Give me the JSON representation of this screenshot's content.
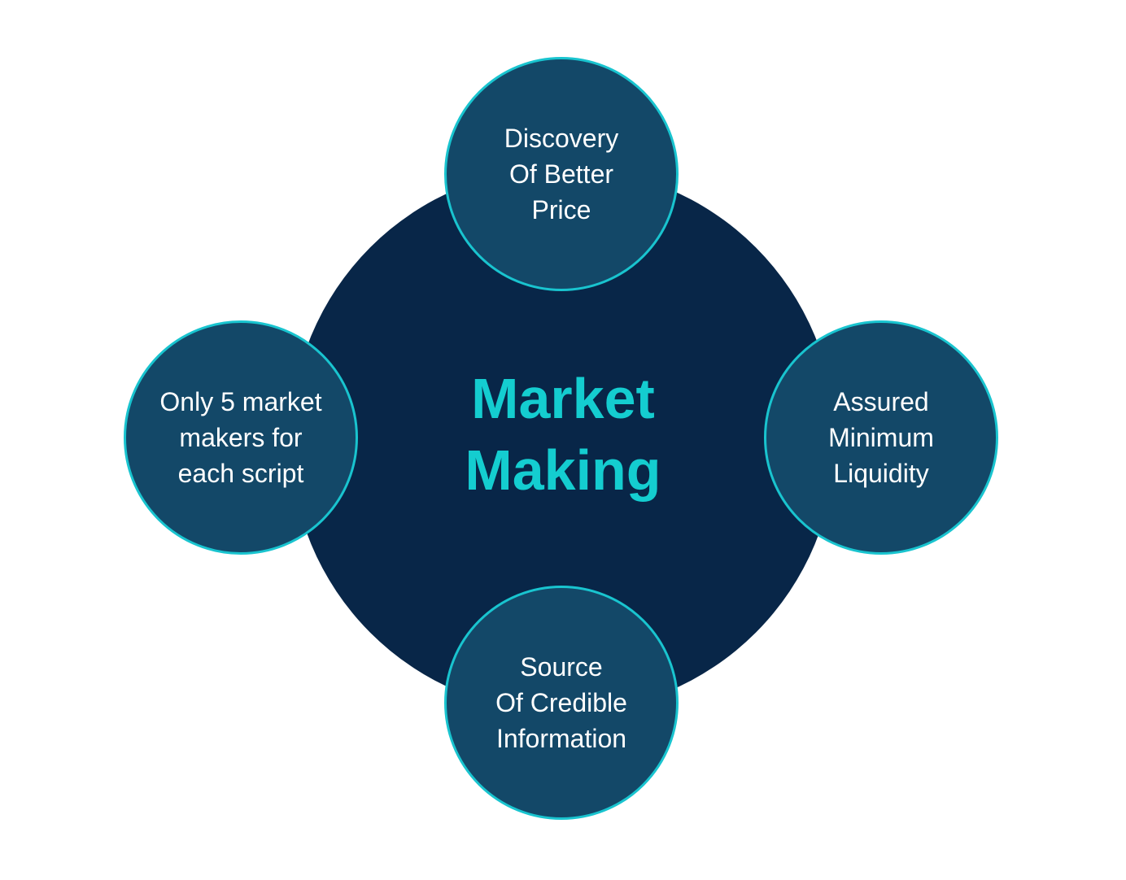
{
  "diagram": {
    "center": {
      "lines": [
        "Market",
        "Making"
      ]
    },
    "nodes": {
      "top": {
        "lines": [
          "Discovery",
          "Of Better",
          "Price"
        ]
      },
      "right": {
        "lines": [
          "Assured",
          "Minimum",
          "Liquidity"
        ]
      },
      "bottom": {
        "lines": [
          "Source",
          "Of Credible",
          "Information"
        ]
      },
      "left": {
        "lines": [
          "Only 5 market",
          "makers for",
          "each script"
        ]
      }
    },
    "colors": {
      "hub": "#082648",
      "node_fill": "#134868",
      "node_border": "#19c4cf",
      "center_text": "#14cdd0",
      "node_text": "#ffffff",
      "background": "#ffffff"
    }
  }
}
